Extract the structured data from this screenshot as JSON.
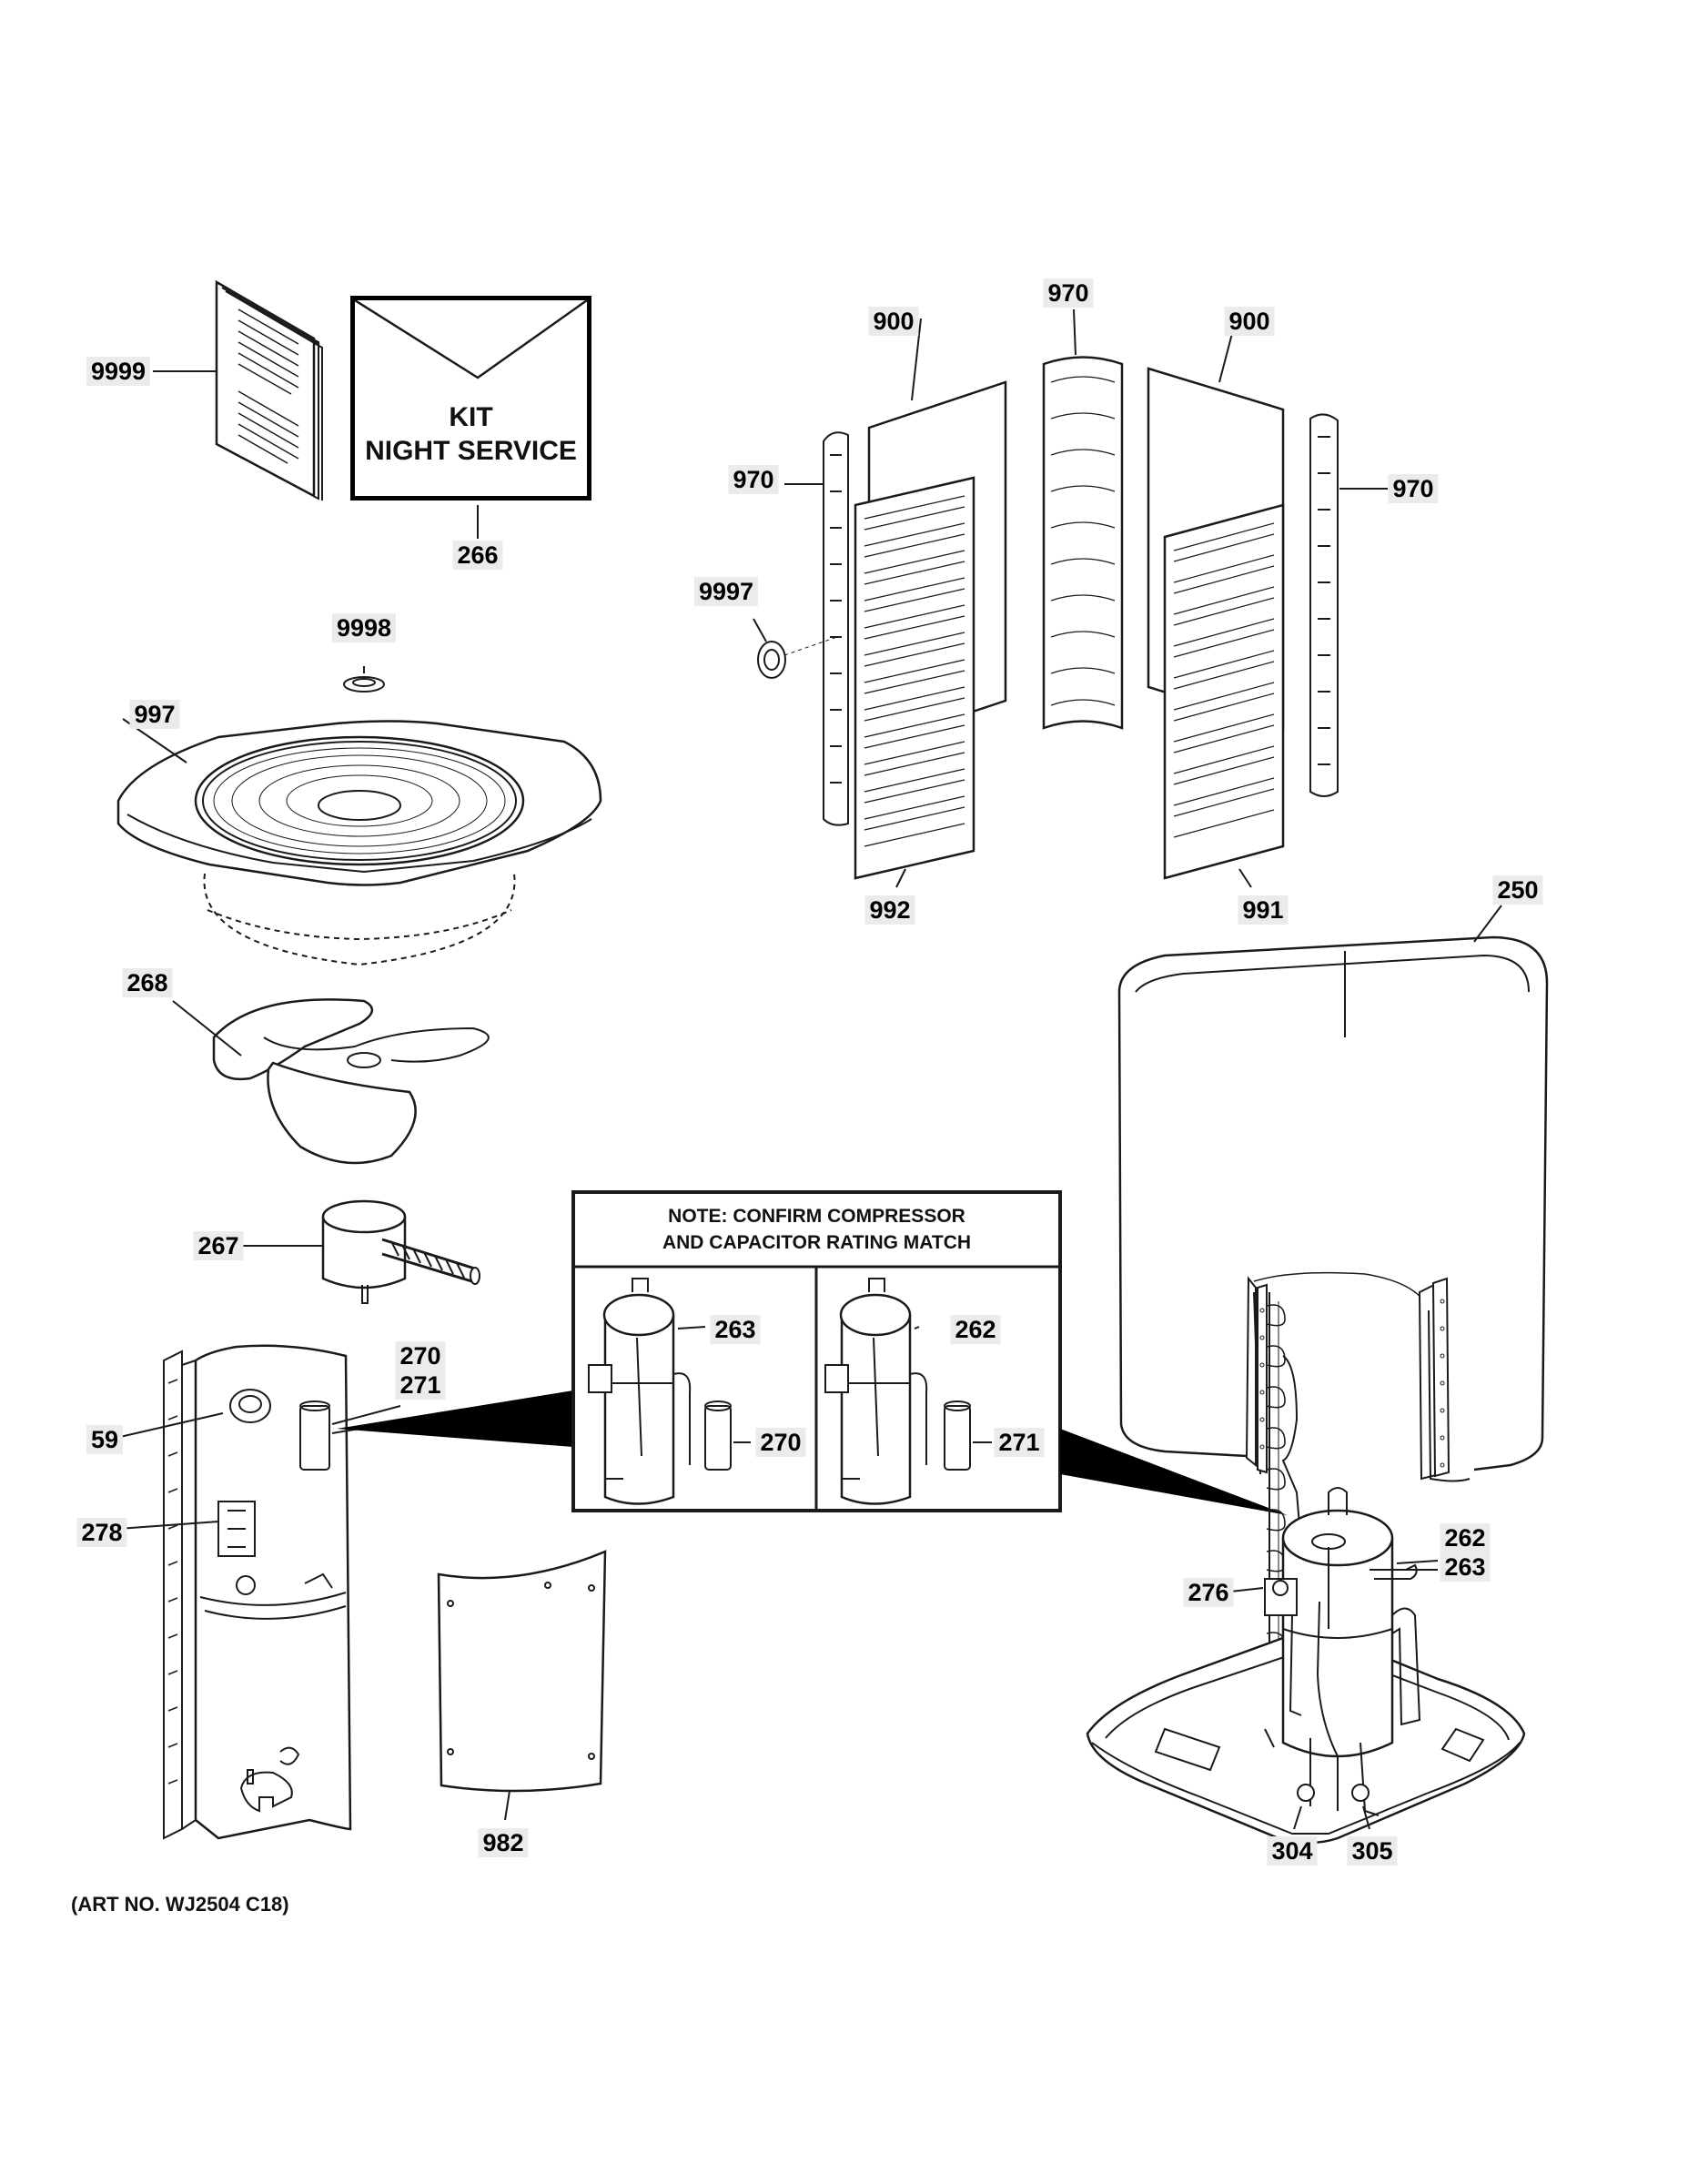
{
  "kit": {
    "line1": "KIT",
    "line2": "NIGHT SERVICE"
  },
  "note": {
    "line1": "NOTE: CONFIRM COMPRESSOR",
    "line2": "AND CAPACITOR RATING MATCH"
  },
  "art_number": "(ART NO. WJ2504 C18)",
  "labels": {
    "p9999": "9999",
    "p266": "266",
    "p9998": "9998",
    "p997": "997",
    "p268": "268",
    "p267": "267",
    "p270": "270",
    "p271": "271",
    "p59": "59",
    "p278": "278",
    "p982": "982",
    "p900_left": "900",
    "p970_top": "970",
    "p900_right": "900",
    "p970_left": "970",
    "p970_right": "970",
    "p9997": "9997",
    "p992": "992",
    "p991": "991",
    "p250": "250",
    "note_p263": "263",
    "note_p270": "270",
    "note_p262": "262",
    "note_p271": "271",
    "p262": "262",
    "p263": "263",
    "p276": "276",
    "p304": "304",
    "p305": "305"
  },
  "colors": {
    "line": "#1a1a1a",
    "label_bg": "#ebebeb",
    "background": "#ffffff"
  }
}
